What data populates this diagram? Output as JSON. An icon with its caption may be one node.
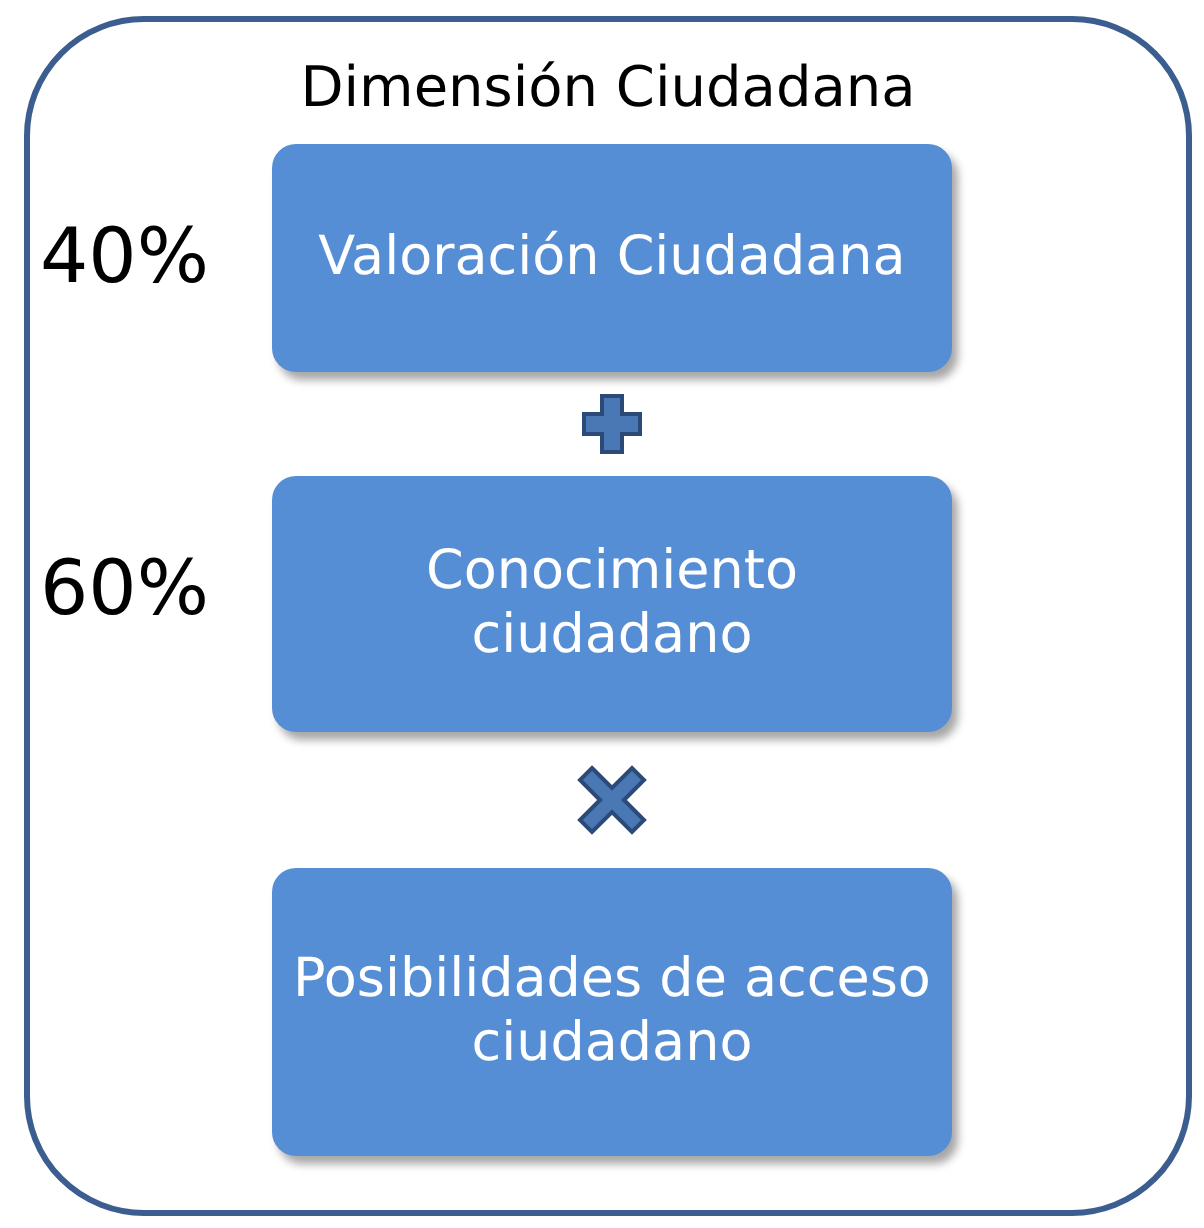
{
  "diagram": {
    "nodes": [
      {
        "text": [
          "Dimensión Ciudadana"
        ]
      },
      {
        "text": [
          "Valoración Ciudadana"
        ],
        "in": 0,
        "beside": [
          "40%"
        ]
      },
      {
        "text": [
          "Conocimiento ciudadano"
        ],
        "in": 0,
        "beside": [
          "60%"
        ]
      },
      {
        "text": [
          "Posibilidades de acceso ciudadano"
        ],
        "in": 0
      }
    ]
  }
}
